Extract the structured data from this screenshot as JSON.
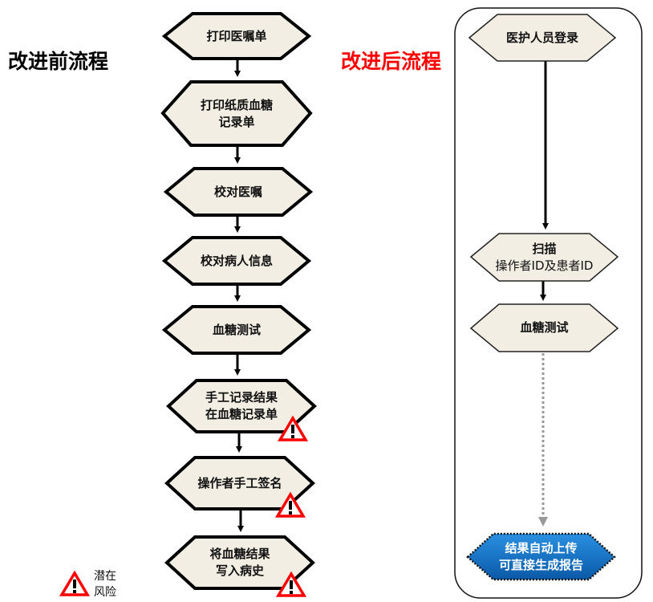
{
  "titles": {
    "before": "改进前流程",
    "after": "改进后流程"
  },
  "colors": {
    "after_title": "#ff0000",
    "node_fill": "#f2eee4",
    "final_fill": "#0a6fc2",
    "warning": "#ff0000",
    "dotted_arrow": "#999999"
  },
  "before_flow": [
    {
      "lines": [
        "打印医嘱单"
      ],
      "risk": false
    },
    {
      "lines": [
        "打印纸质血糖",
        "记录单"
      ],
      "risk": false
    },
    {
      "lines": [
        "校对医嘱"
      ],
      "risk": false
    },
    {
      "lines": [
        "校对病人信息"
      ],
      "risk": false
    },
    {
      "lines": [
        "血糖测试"
      ],
      "risk": false
    },
    {
      "lines": [
        "手工记录结果",
        "在血糖记录单"
      ],
      "risk": true
    },
    {
      "lines": [
        "操作者手工签名"
      ],
      "risk": true
    },
    {
      "lines": [
        "将血糖结果",
        "写入病史"
      ],
      "risk": true
    }
  ],
  "after_flow": [
    {
      "lines": [
        "医护人员登录"
      ]
    },
    {
      "lines": [
        "扫描",
        "操作者ID及患者ID"
      ]
    },
    {
      "lines": [
        "血糖测试"
      ]
    },
    {
      "lines": [
        "结果自动上传",
        "可直接生成报告"
      ]
    }
  ],
  "legend": {
    "icon": "warning-icon",
    "lines": [
      "潜在",
      "风险"
    ]
  }
}
